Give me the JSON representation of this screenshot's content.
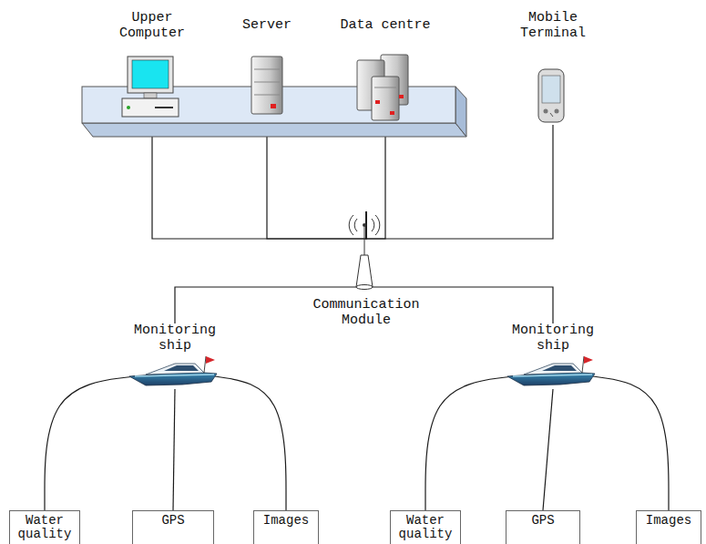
{
  "diagram": {
    "nodes": [
      {
        "text": [
          "Upper Computer"
        ]
      },
      {
        "text": [
          "Server"
        ]
      },
      {
        "text": [
          "Data centre"
        ]
      },
      {
        "text": [
          "Mobile Terminal"
        ]
      },
      {
        "text": [
          "Communication Module"
        ]
      },
      {
        "text": [
          "Monitoring ship"
        ]
      },
      {
        "text": [
          "Water quality"
        ]
      },
      {
        "text": [
          "GPS"
        ]
      },
      {
        "text": [
          "Images"
        ]
      },
      {
        "text": [
          "Monitoring ship"
        ]
      },
      {
        "text": [
          "Water quality"
        ]
      },
      {
        "text": [
          "GPS"
        ]
      },
      {
        "text": [
          "Images"
        ]
      }
    ],
    "edges": [
      {
        "from": 0,
        "to": 4,
        "arrow": "none"
      },
      {
        "from": 1,
        "to": 4,
        "arrow": "none"
      },
      {
        "from": 2,
        "to": 4,
        "arrow": "none"
      },
      {
        "from": 3,
        "to": 4,
        "arrow": "none"
      },
      {
        "from": 4,
        "to": 5,
        "arrow": "none"
      },
      {
        "from": 4,
        "to": 9,
        "arrow": "none"
      },
      {
        "from": 5,
        "to": 6,
        "arrow": "none"
      },
      {
        "from": 5,
        "to": 7,
        "arrow": "none"
      },
      {
        "from": 5,
        "to": 8,
        "arrow": "none"
      },
      {
        "from": 9,
        "to": 10,
        "arrow": "none"
      },
      {
        "from": 9,
        "to": 11,
        "arrow": "none"
      },
      {
        "from": 9,
        "to": 12,
        "arrow": "none"
      }
    ]
  }
}
